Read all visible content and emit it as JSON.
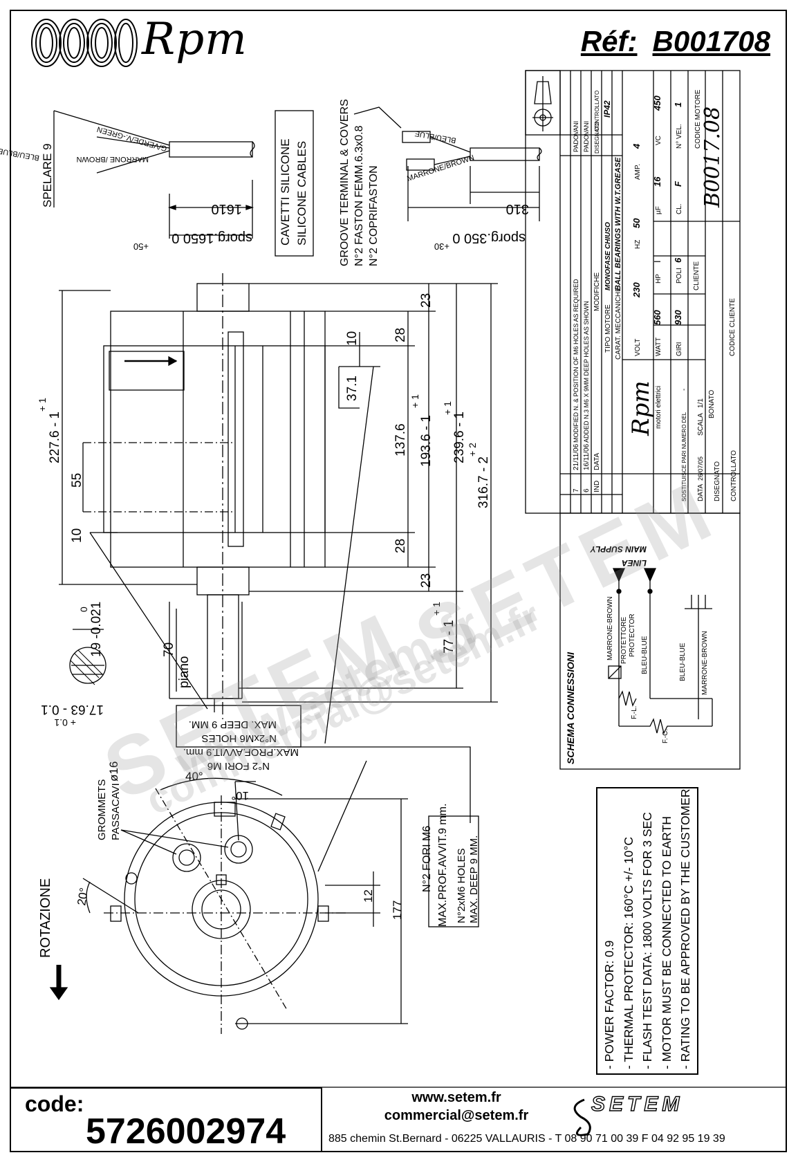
{
  "header": {
    "brand": "Rpm",
    "ref_label": "Réf:",
    "ref_value": "B001708"
  },
  "cables_left": {
    "spelare": "SPELARE 9",
    "wire1": "G/VERDE/V.-GREEN",
    "wire2": "MARRONE /BROWN",
    "wire3": "BLEU/BLUE",
    "length": "1610",
    "sporg": "sporg.1650  0",
    "sporg_tol": "+50",
    "cable_type_1": "CAVETTI SILICONE",
    "cable_type_2": "SILICONE CABLES"
  },
  "cables_right": {
    "groove_1": "GROOVE TERMINAL & COVERS",
    "groove_2": "N°2 FASTON FEMM.6.3x0.8",
    "groove_3": "N°2 COPRIFASTON",
    "wire1": "BLEU/BLUE",
    "wire2": "MARRONE/BROWN",
    "length": "310",
    "sporg": "sporg.350  0",
    "sporg_tol": "+30"
  },
  "title_block": {
    "revisions": [
      {
        "ind": "7",
        "date": "21/11/06",
        "mod": "MODIFIED N. & POSITION OF M6 HOLES AS REQUIRED",
        "by": "PADOVANI"
      },
      {
        "ind": "6",
        "date": "16/11/06",
        "mod": "ADDED N.3 M6 X 9MM DEEP HOLES AS SHOWN",
        "by": "PADOVANI"
      }
    ],
    "ind_label": "IND",
    "data_label": "DATA",
    "modifiche_label": "MODIFICHE",
    "disegnato_label": "DISEGNATO",
    "controllato_label": "CONTROLLATO",
    "tipo_motore_label": "TIPO MOTORE",
    "tipo_motore": "MONOFASE CHIUSO",
    "protection": "IP42",
    "carat_label": "CARAT. MECCANICHE",
    "carat": "BALL BEARINGS WITH W.T.GREASE",
    "volt_label": "VOLT",
    "volt": "230",
    "hz_label": "HZ",
    "hz": "50",
    "amp_label": "AMP.",
    "amp": "4",
    "watt_label": "WATT",
    "watt": "560",
    "hp_label": "HP",
    "hp": "I",
    "uf_label": "µF",
    "uf": "16",
    "vc_label": "VC",
    "vc": "450",
    "giri_label": "GIRI",
    "giri": "930",
    "poli_label": "POLI",
    "poli": "6",
    "cl_label": "CL.",
    "cl": "F",
    "nvel_label": "N° VEL.",
    "nvel": "1",
    "cliente_label": "CLIENTE",
    "codice_motore_label": "CODICE MOTORE",
    "codice_motore": "B0017.08",
    "codice_cliente_label": "CODICE CLIENTE",
    "brand": "Rpm",
    "brand_sub": "motori elettrici",
    "sostituisce_label": "SOSTITUISCE PARI NUMERO DEL",
    "sostituisce": "-",
    "data2_label": "DATA",
    "data2": "26/07/05",
    "scala_label": "SCALA",
    "scala": "1/1",
    "disegnato2_label": "DISEGNATO",
    "disegnato2": "BONATO",
    "controllato2_label": "CONTROLLATO"
  },
  "schema": {
    "title": "SCHEMA CONNESSIONI",
    "main_supply": "MAIN SUPPLY",
    "linea": "LINEA",
    "marrone_brown": "MARRONE-BROWN",
    "protettore": "PROTETTORE",
    "protector": "PROTECTOR",
    "bleu_blue_1": "BLEU-BLUE",
    "bleu_blue_2": "BLEU-BLUE",
    "marrone_brown_2": "MARRONE-BROWN",
    "fl": "F.-L.",
    "fc": "F.-C."
  },
  "dimensions": {
    "d23a": "23",
    "d28a": "28",
    "d10a": "10",
    "d37": "37.1",
    "d137": "137.6",
    "d193": "193.6 - 1",
    "d193_tol": "+ 1",
    "d239": "239.6 - 1",
    "d239_tol": "+ 1",
    "d316": "316.7 - 2",
    "d316_tol": "+ 2",
    "d227": "227.6 - 1",
    "d227_tol": "+ 1",
    "d55": "55",
    "d10b": "10",
    "d28b": "28",
    "d23b": "23",
    "d77": "77 - 1",
    "d77_tol": "+ 1",
    "d19": "19 -0.021",
    "d19_tol": "0",
    "d70": "70",
    "piano": "piano",
    "d17": "17.63 - 0.1",
    "d17_tol": "+ 0.1",
    "d12": "12",
    "d177": "177",
    "d40": "40°",
    "d10deg": "10°",
    "d20deg": "20°",
    "d16": "ø16"
  },
  "holes": {
    "top_1": "N°2 FORI M6",
    "top_2": "MAX.PROF.AVVIT.9 mm.",
    "top_3": "N°2xM6 HOLES",
    "top_4": "MAX. DEEP 9 MM.",
    "right_1": "N°2 FORI M6",
    "right_2": "MAX.PROF.AVVIT.9 mm.",
    "right_3": "N°2xM6 HOLES",
    "right_4": "MAX. DEEP 9 MM.",
    "grommets": "GROMMETS",
    "passacavi": "PASSACAVI",
    "rotazione": "ROTAZIONE"
  },
  "notes": [
    "- POWER FACTOR: 0.9",
    "- THERMAL PROTECTOR: 160°C +/- 10°C",
    "- FLASH TEST DATA: 1800 VOLTS FOR 3 SEC",
    "- MOTOR MUST BE CONNECTED TO EARTH",
    "- RATING TO BE APPROVED BY THE CUSTOMER"
  ],
  "watermarks": [
    "www.setem.fr",
    "SETEM",
    "commercial@setem.fr",
    "SETEM"
  ],
  "footer": {
    "code_label": "code:",
    "code_value": "5726002974",
    "web": "www.setem.fr",
    "email": "commercial@setem.fr",
    "address": "885 chemin St.Bernard  -  06225 VALLAURIS  -  T 08 90 71 00 39   F 04 92 95 19 39",
    "logo": "SETEM"
  }
}
